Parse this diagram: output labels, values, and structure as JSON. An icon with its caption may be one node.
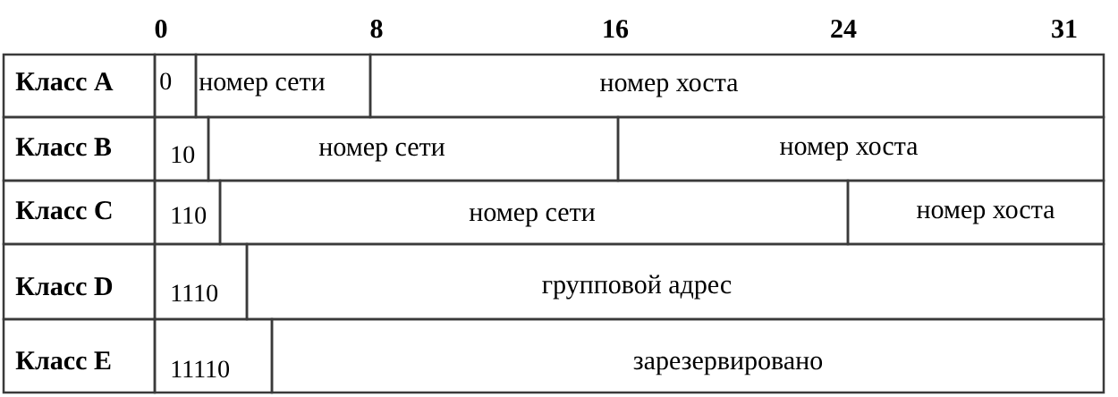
{
  "diagram": {
    "labels": [
      "0",
      "8",
      "16",
      "24",
      "31",
      "Класс A",
      "0",
      "номер сети",
      "номер хоста",
      "Класс B",
      "10",
      "номер сети",
      "номер хоста",
      "Класс C",
      "110",
      "номер сети",
      "номер хоста",
      "Класс D",
      "1110",
      "групповой адрес",
      "Класс E",
      "11110",
      "зарезервировано"
    ]
  }
}
